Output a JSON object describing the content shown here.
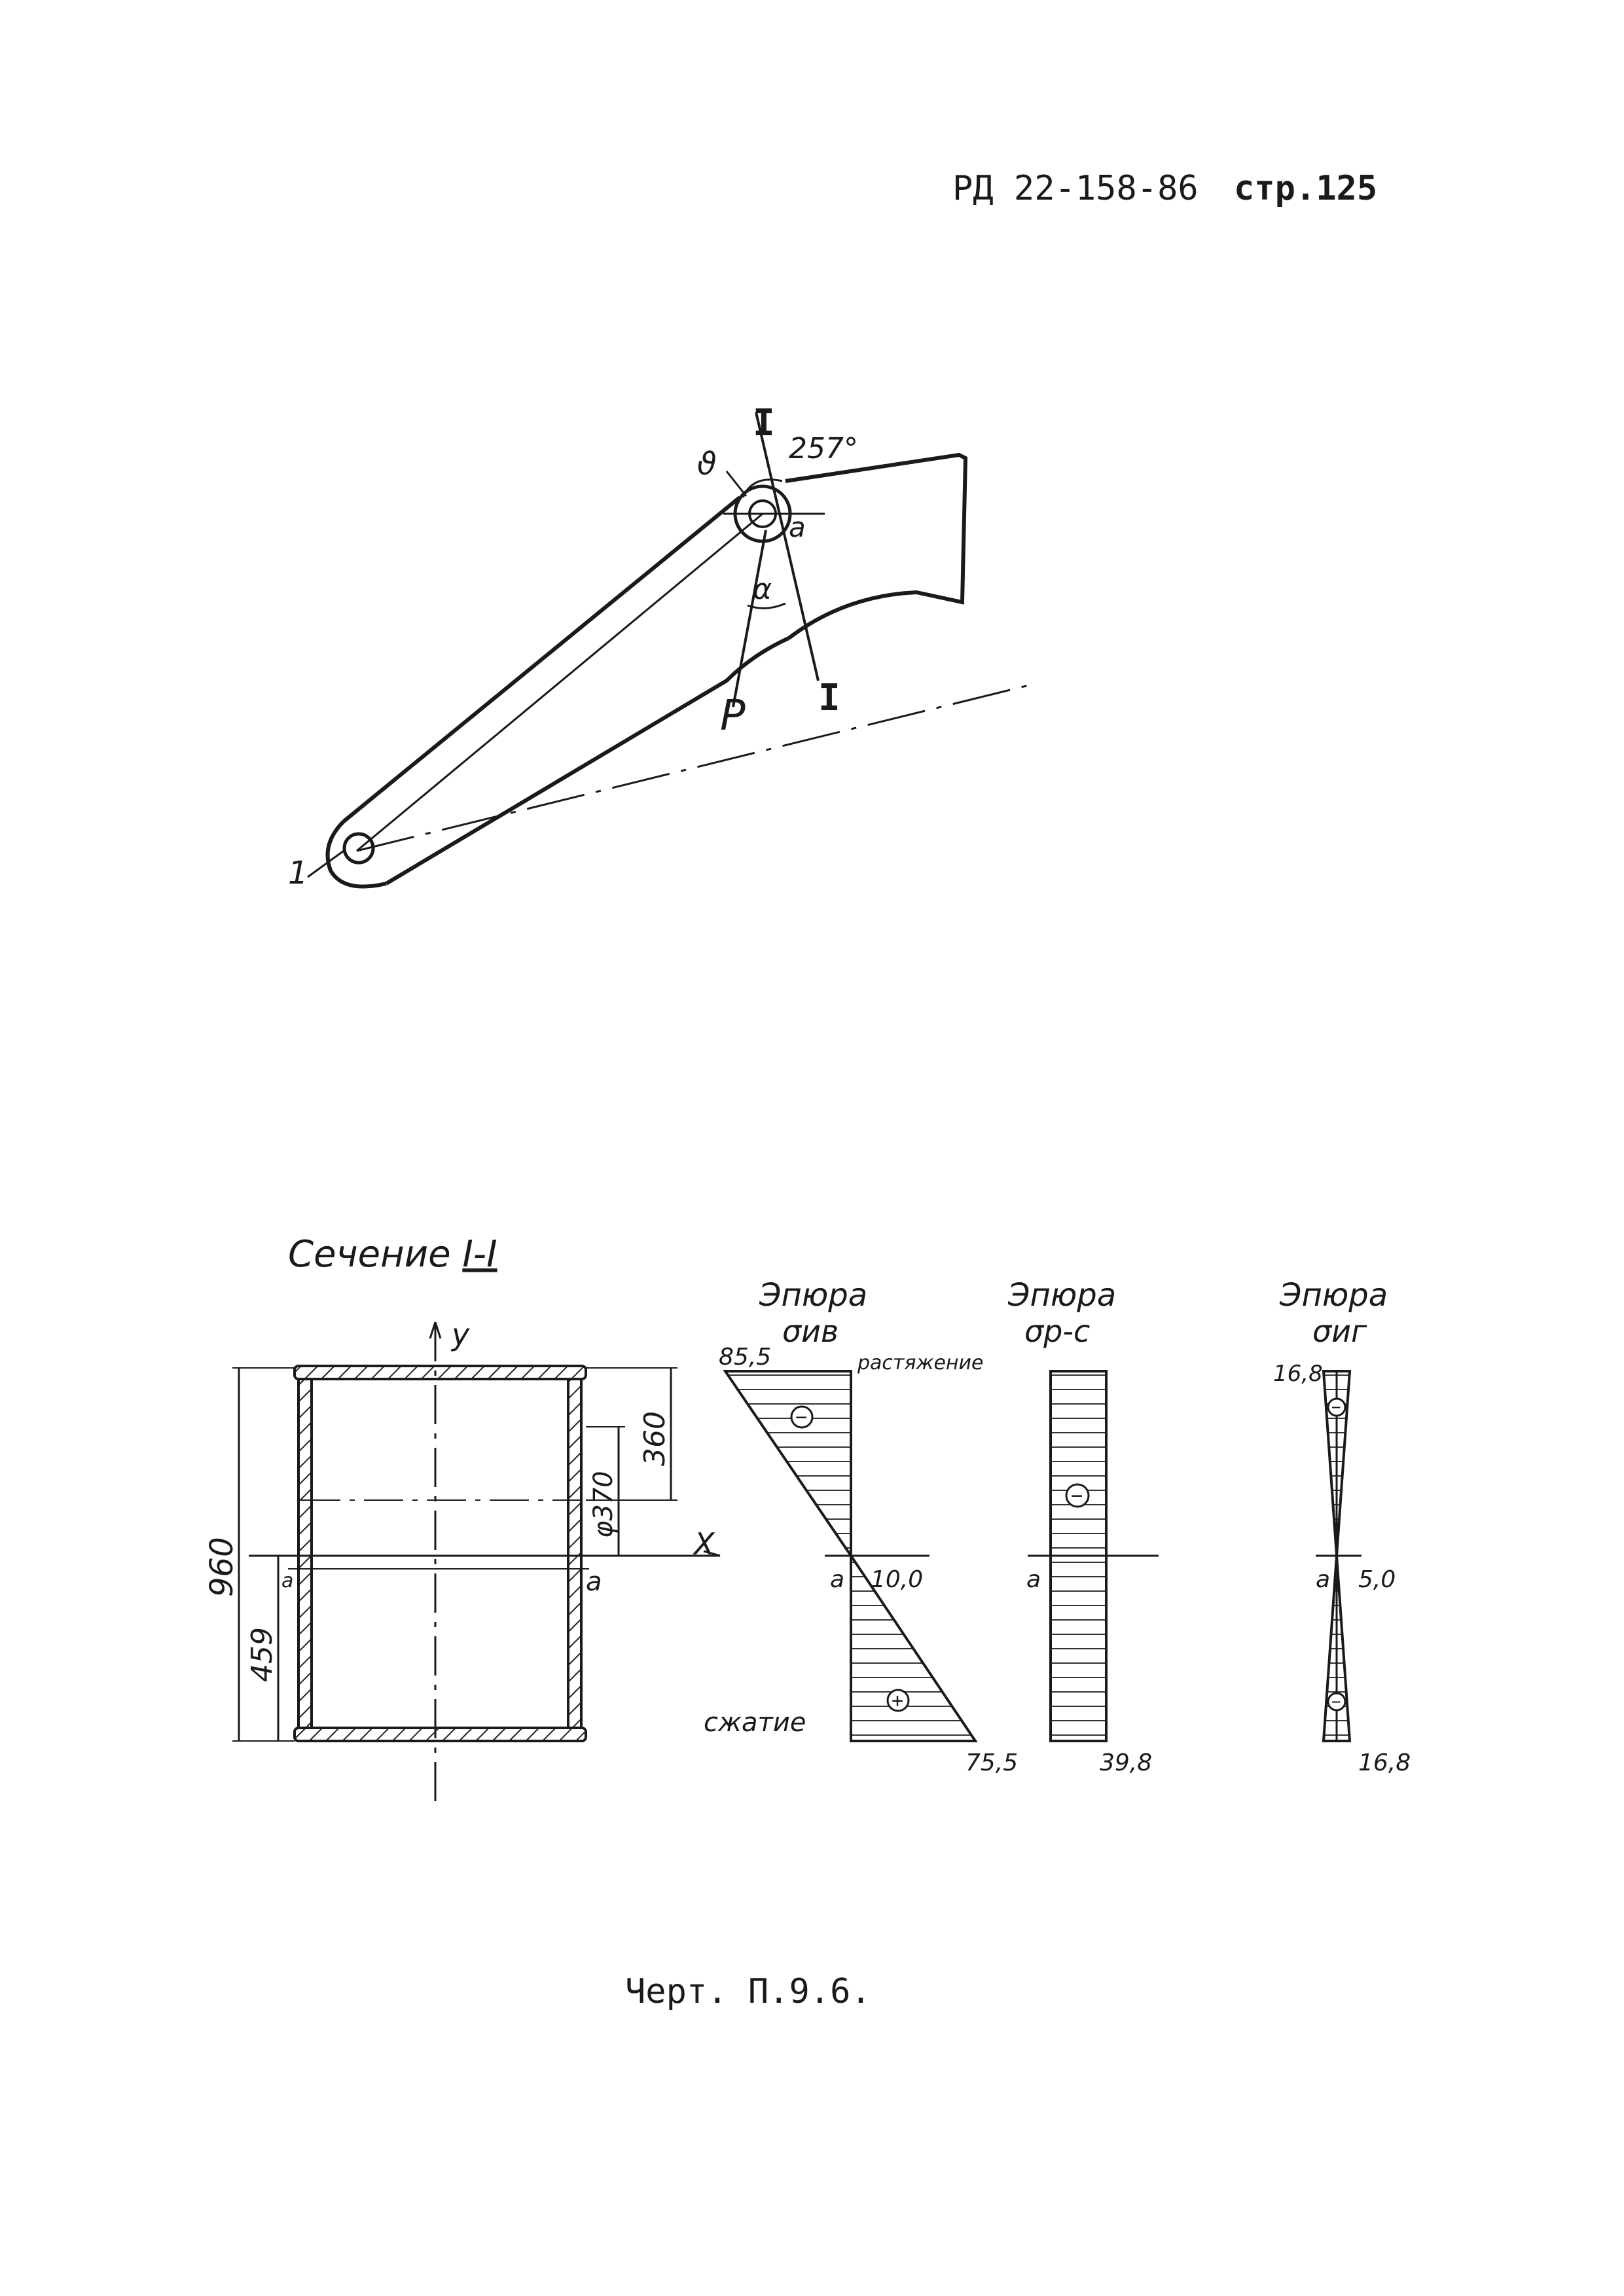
{
  "header": {
    "doc_code": "РД 22-158-86",
    "page_ref": "стр.125"
  },
  "boom_view": {
    "section_mark_top": "I",
    "section_mark_bottom": "I",
    "angle_label": "257°",
    "theta_label": "ϑ",
    "point_a_label": "a",
    "alpha_label": "α",
    "force_label": "P",
    "pivot_label": "1"
  },
  "section": {
    "title_prefix": "Сечение ",
    "title_mark": "I-I",
    "axis_y_label": "y",
    "axis_x_label": "X",
    "dim_height": "960",
    "dim_lower": "459",
    "dim_upper": "360",
    "dim_hole": "φ370",
    "point_left_label": "a",
    "point_right_label": "a"
  },
  "diagrams": {
    "d1": {
      "title": "Эпюра",
      "symbol": "σив",
      "top_value": "85,5",
      "mid_value": "10,0",
      "bottom_value": "75,5",
      "tension_label": "растяжение",
      "compression_label": "сжатие",
      "point_label": "a",
      "top_sign": "−",
      "bottom_sign": "+"
    },
    "d2": {
      "title": "Эпюра",
      "symbol": "σр-с",
      "value": "39,8",
      "point_label": "a",
      "sign": "−"
    },
    "d3": {
      "title": "Эпюра",
      "symbol": "σиг",
      "top_value": "16,8",
      "mid_value": "5,0",
      "bottom_value": "16,8",
      "point_label": "a",
      "top_sign": "−",
      "bottom_sign": "−"
    }
  },
  "caption": "Черт. П.9.6."
}
